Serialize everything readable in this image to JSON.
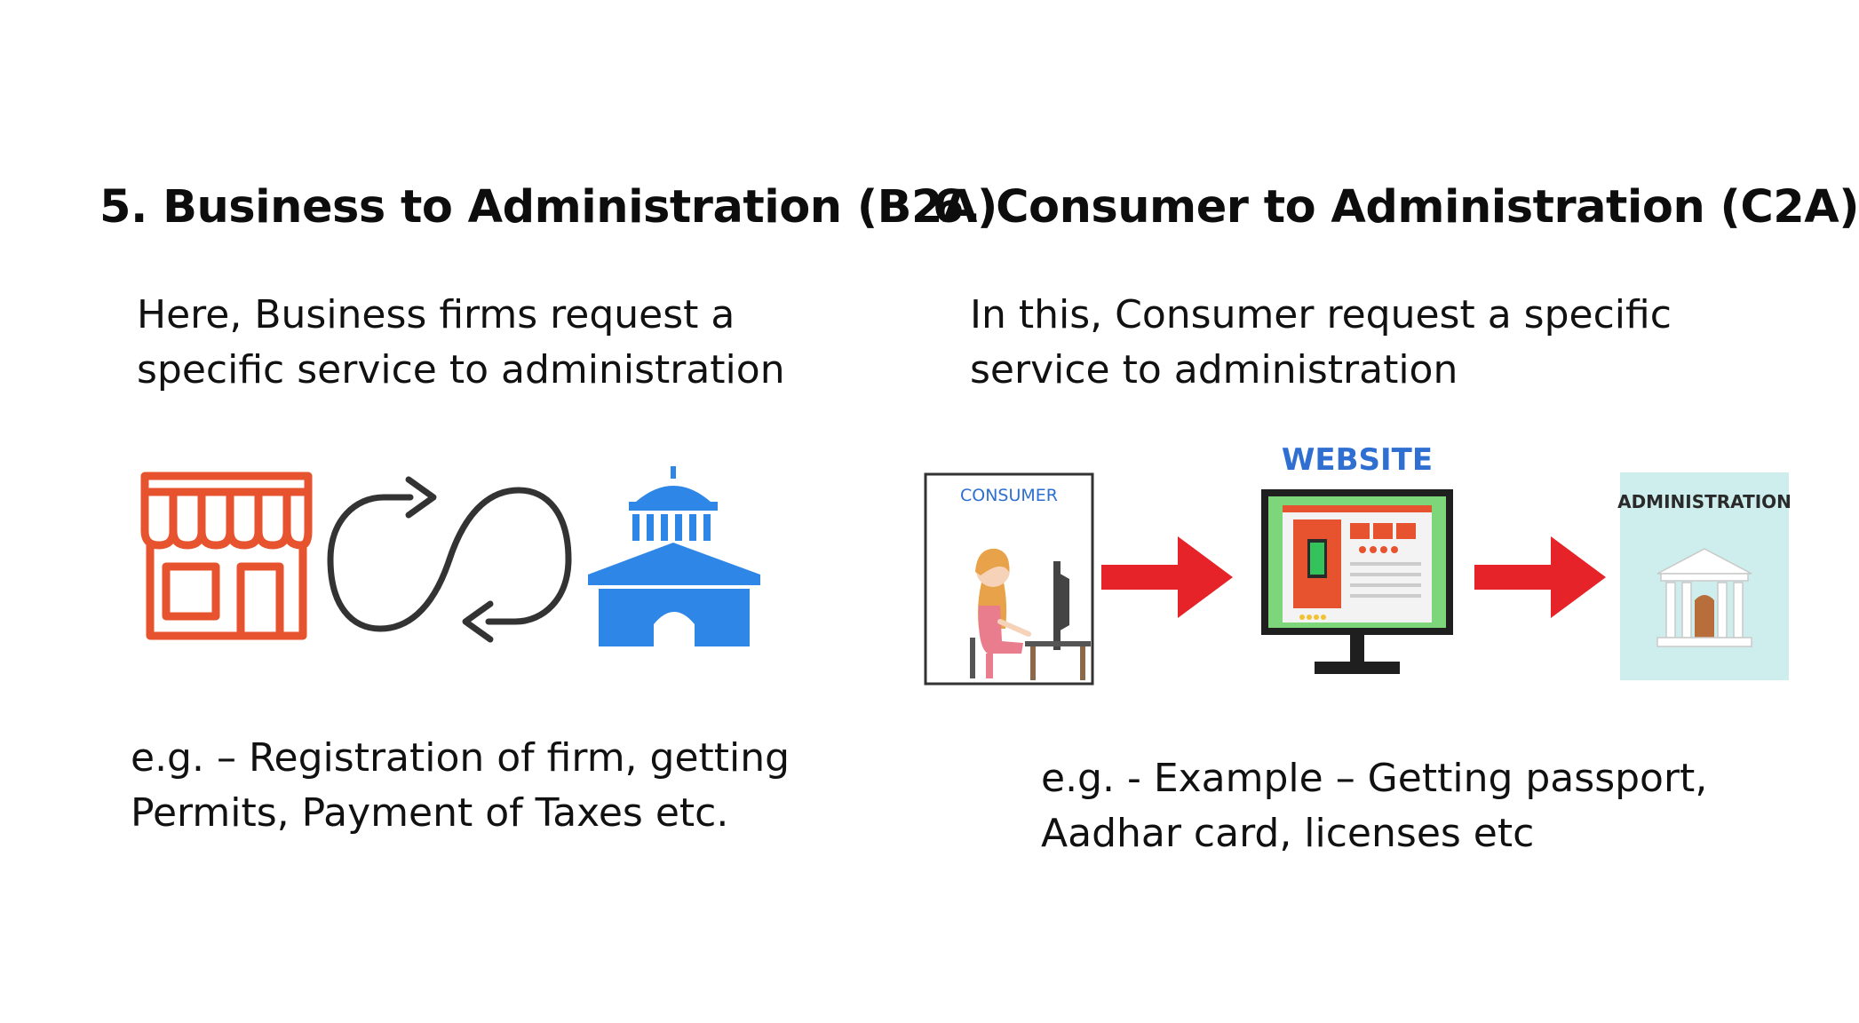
{
  "b2a": {
    "heading": "5. Business to Administration (B2A)",
    "description": [
      "Here, Business firms request a",
      "specific service to administration"
    ],
    "example": [
      "e.g. – Registration of firm, getting",
      "Permits, Payment of Taxes etc."
    ],
    "icons": [
      "storefront-icon",
      "exchange-cycle-icon",
      "government-building-icon"
    ],
    "colors": {
      "store": "#E8532F",
      "cycle": "#333333",
      "building": "#2E86E6"
    }
  },
  "c2a": {
    "heading": "6. Consumer to Administration (C2A)",
    "description": [
      "In this, Consumer request a specific",
      "service to administration"
    ],
    "example": [
      "e.g. - Example – Getting passport,",
      "Aadhar card, licenses etc"
    ],
    "diagram": {
      "consumer_label": "CONSUMER",
      "website_label": "WEBSITE",
      "administration_label": "ADMINISTRATION"
    },
    "colors": {
      "arrow": "#E52329",
      "website_text": "#2E6FD1",
      "admin_panel": "#CDEEEC"
    }
  }
}
